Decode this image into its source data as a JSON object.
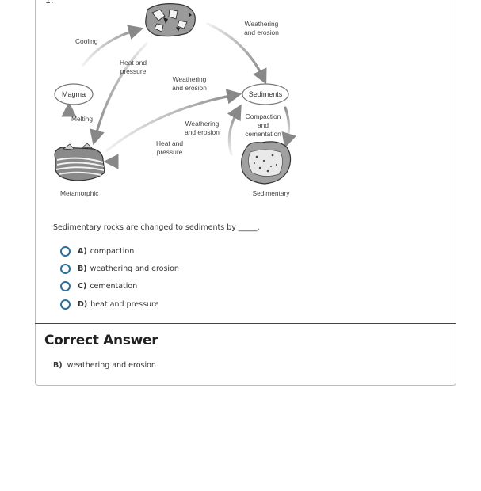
{
  "question_number": "1.",
  "diagram": {
    "cooling": "Cooling",
    "heat_and": "Heat and",
    "pressure": "pressure",
    "weathering": "Weathering",
    "and_erosion": "and erosion",
    "magma": "Magma",
    "melting": "Melting",
    "sediments": "Sediments",
    "compaction": "Compaction",
    "and": "and",
    "cementation": "cementation",
    "metamorphic": "Metamorphic",
    "sedimentary": "Sedimentary"
  },
  "question": "Sedimentary rocks are changed to sediments by _____.",
  "options": [
    {
      "letter": "A)",
      "text": "compaction"
    },
    {
      "letter": "B)",
      "text": "weathering and erosion"
    },
    {
      "letter": "C)",
      "text": "cementation"
    },
    {
      "letter": "D)",
      "text": "heat and pressure"
    }
  ],
  "answer": {
    "title": "Correct Answer",
    "letter": "B)",
    "text": "weathering and erosion"
  },
  "colors": {
    "radio": "#2b6f9e",
    "arrow": "#bdbdbd"
  }
}
